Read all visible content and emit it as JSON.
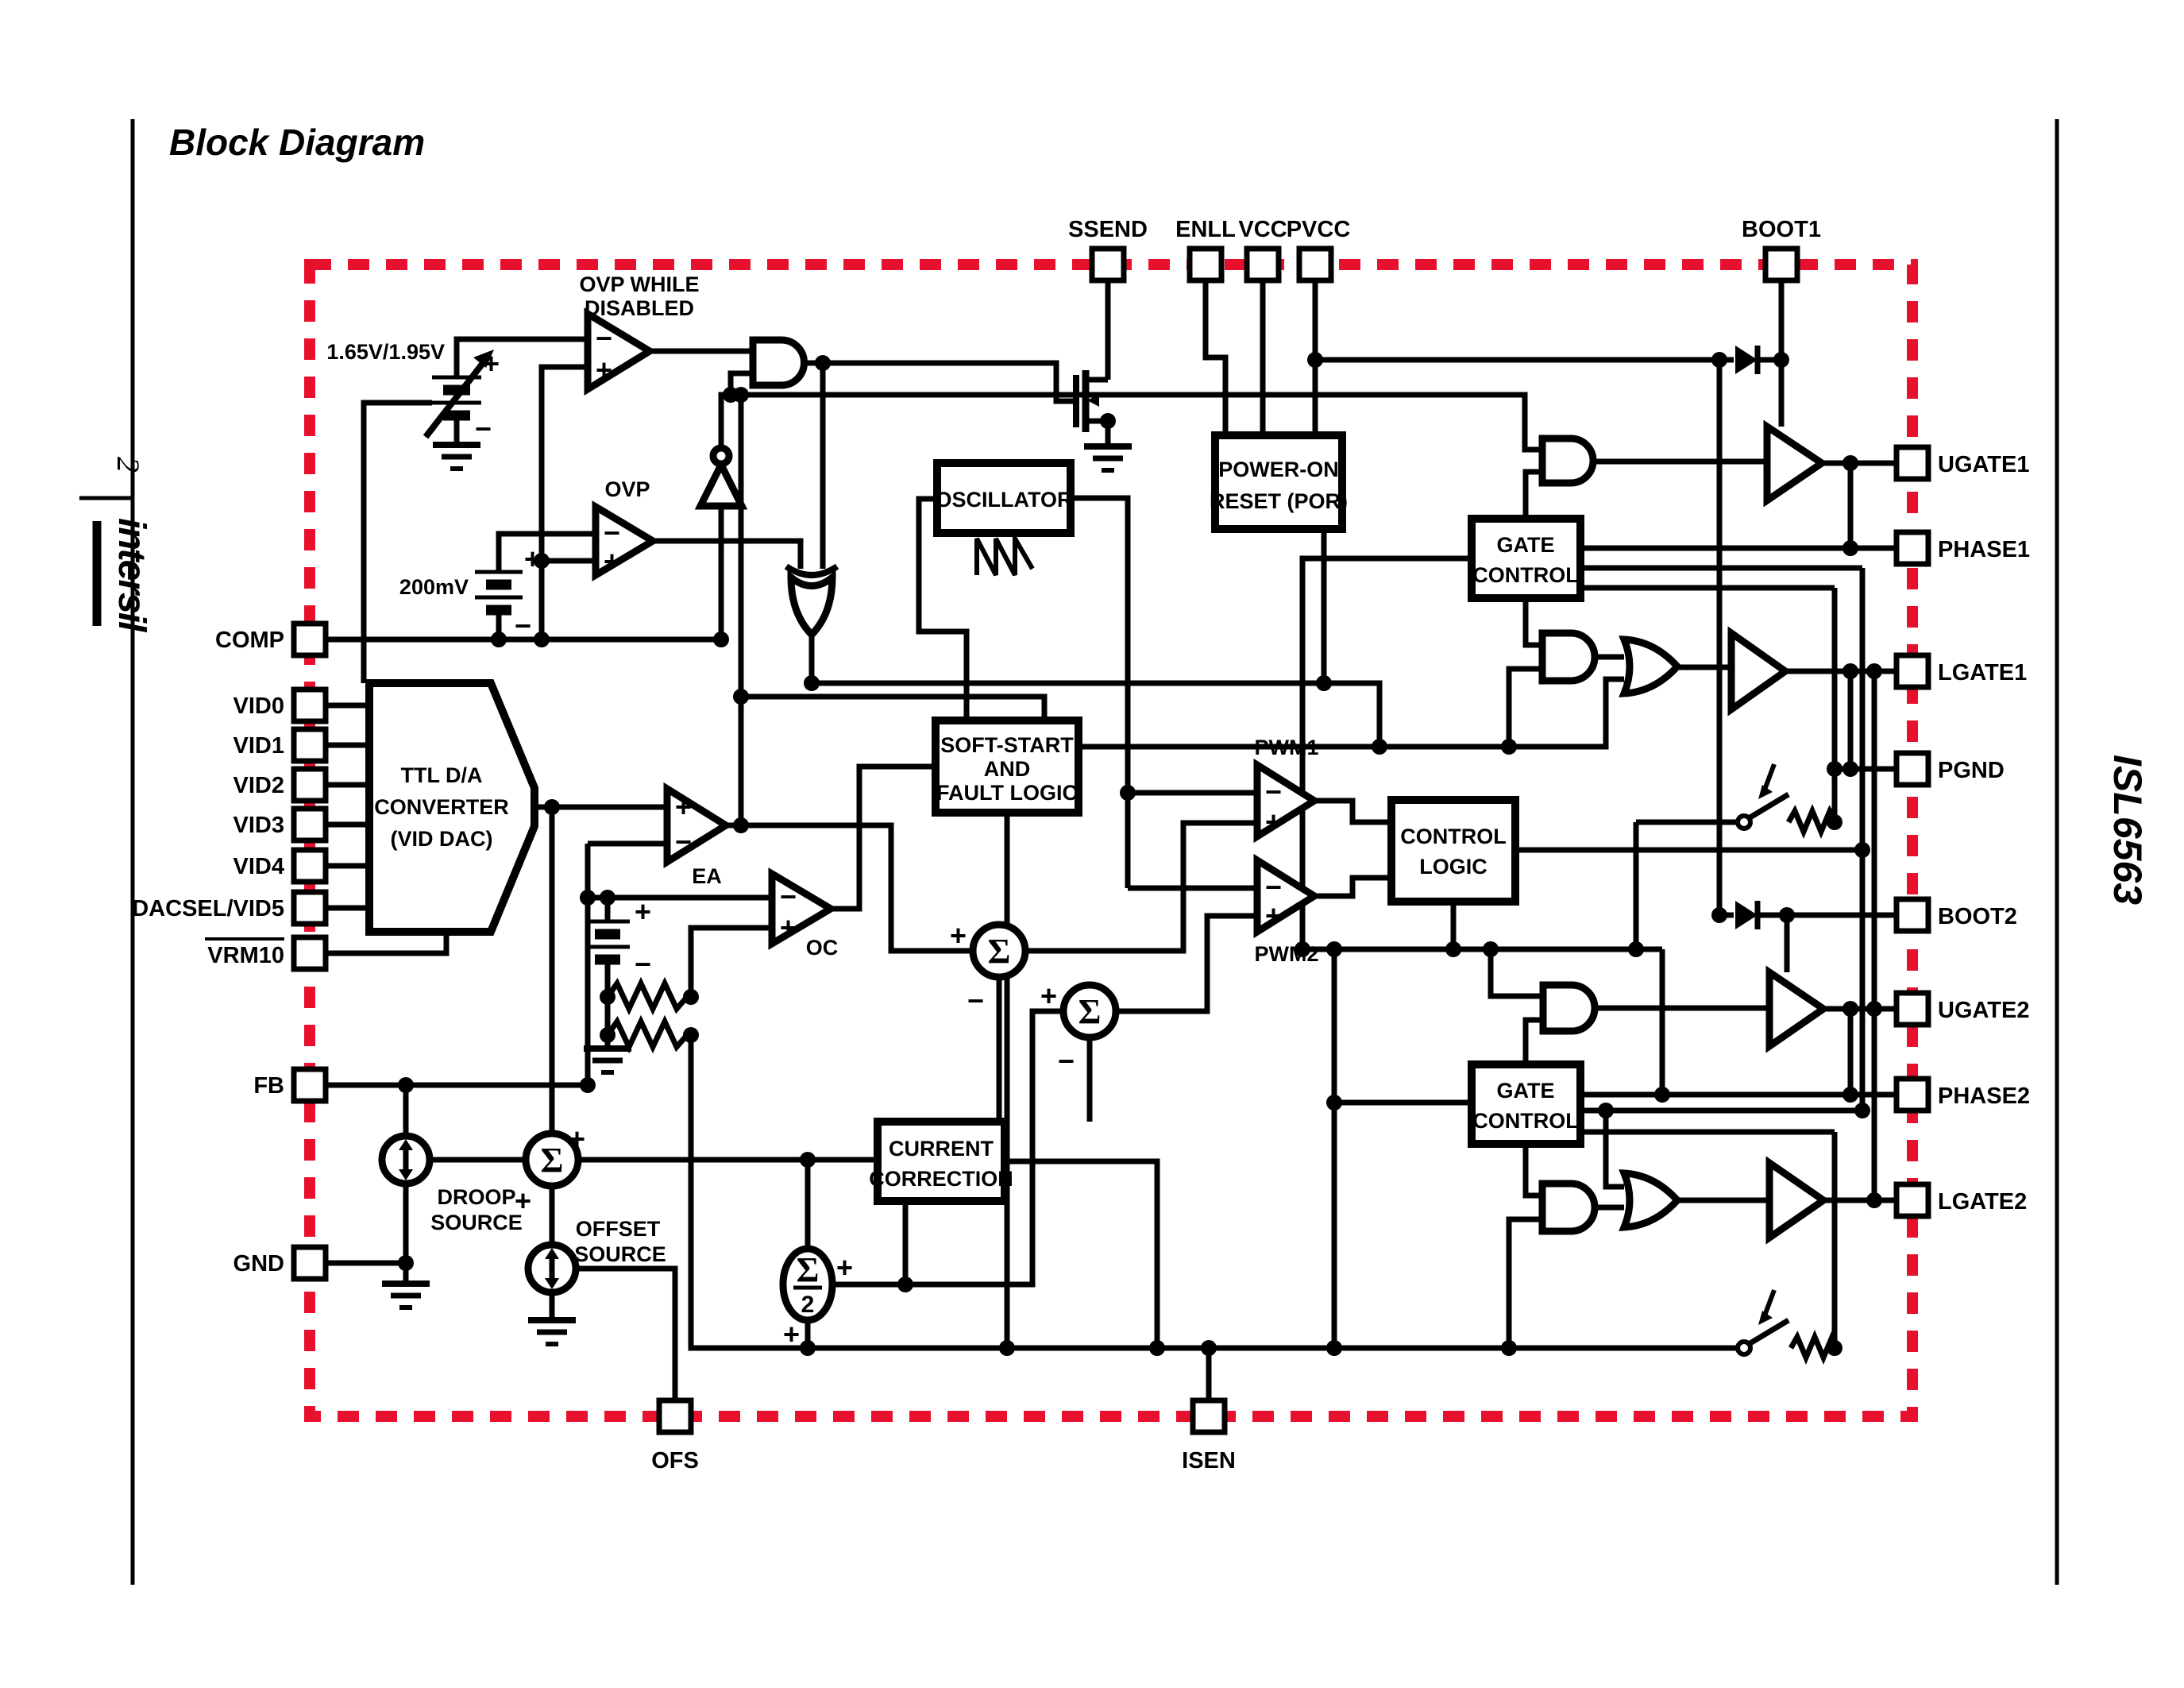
{
  "page": {
    "title": "Block Diagram",
    "page_number": "2",
    "brand": "intersil",
    "part_number": "ISL6563"
  },
  "colors": {
    "border": "#E8112D",
    "line": "#000000"
  },
  "pins": {
    "top": [
      "SSEND",
      "ENLL",
      "VCC",
      "PVCC",
      "BOOT1"
    ],
    "left": [
      "COMP",
      "VID0",
      "VID1",
      "VID2",
      "VID3",
      "VID4",
      "DACSEL/VID5",
      "VRM10",
      "FB",
      "GND"
    ],
    "right": [
      "UGATE1",
      "PHASE1",
      "LGATE1",
      "PGND",
      "BOOT2",
      "UGATE2",
      "PHASE2",
      "LGATE2"
    ],
    "bottom": [
      "OFS",
      "ISEN"
    ]
  },
  "blocks": {
    "dac": [
      "TTL D/A",
      "CONVERTER",
      "(VID DAC)"
    ],
    "oscillator": [
      "OSCILLATOR"
    ],
    "softstart": [
      "SOFT-START",
      "AND",
      "FAULT LOGIC"
    ],
    "por": [
      "POWER-ON",
      "RESET (POR)"
    ],
    "control_logic": [
      "CONTROL",
      "LOGIC"
    ],
    "gate_control_1": [
      "GATE",
      "CONTROL"
    ],
    "gate_control_2": [
      "GATE",
      "CONTROL"
    ],
    "current_correction": [
      "CURRENT",
      "CORRECTION"
    ]
  },
  "amps": {
    "ovp_while_disabled": [
      "OVP WHILE",
      "DISABLED"
    ],
    "ovp": "OVP",
    "ea": "EA",
    "oc": "OC",
    "pwm1": "PWM1",
    "pwm2": "PWM2"
  },
  "sources": {
    "droop": [
      "DROOP",
      "SOURCE"
    ],
    "offset": [
      "OFFSET",
      "SOURCE"
    ]
  },
  "values": {
    "dac_ref": "1.65V/1.95V",
    "ovp_offset": "200mV"
  },
  "symbols": {
    "sigma": "Σ",
    "sigma_half_den": "2",
    "plus": "+",
    "minus": "−"
  }
}
